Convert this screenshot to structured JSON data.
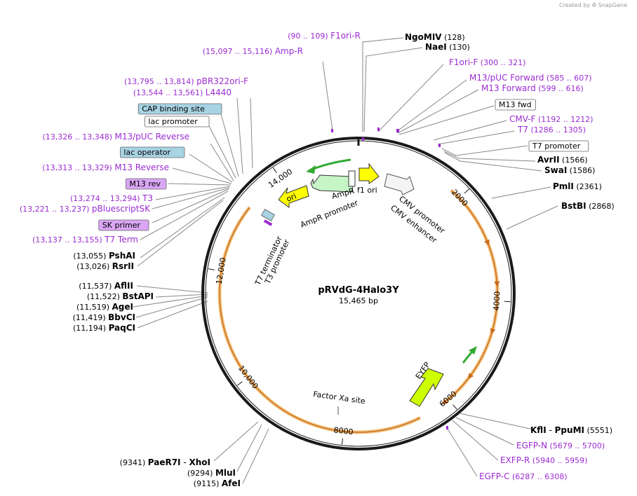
{
  "credit": {
    "prefix": "Created by",
    "brand": "SnapGene"
  },
  "plasmid": {
    "name": "pRVdG-4Halo3Y",
    "length_label": "15,465 bp",
    "length_bp": 15465
  },
  "colors": {
    "backbone": "#1a1a1a",
    "primer_text": "#9b2bd1",
    "enzyme_text": "#000000",
    "orf_arc": "#f3c27d",
    "orf_arrow": "#c86b1c",
    "ampR_fill": "#c6f5c6",
    "ori_fill": "#ffff00",
    "eyfp_fill": "#ccff00",
    "promoter_fill": "#f4f4f4",
    "blue_box": "#a7d3e3",
    "purple_box": "#dba6f5",
    "green_arrow": "#33aa33"
  },
  "ticks": [
    {
      "label": "2000",
      "bp": 2000
    },
    {
      "label": "4000",
      "bp": 4000
    },
    {
      "label": "6000",
      "bp": 6000
    },
    {
      "label": "8000",
      "bp": 8000
    },
    {
      "label": "10,000",
      "bp": 10000
    },
    {
      "label": "12,000",
      "bp": 12000
    },
    {
      "label": "14,000",
      "bp": 14000
    }
  ],
  "feature_labels": {
    "ampR": "AmpR",
    "ampR_promoter": "AmpR promoter",
    "f1_ori": "f1 ori",
    "ori": "ori",
    "cmv_promoter": "CMV promoter",
    "cmv_enhancer": "CMV enhancer",
    "t7_terminator": "T7 terminator",
    "t3_promoter": "T3 promoter",
    "eyfp": "EYFP",
    "factor_xa": "Factor Xa site"
  },
  "right_labels": [
    {
      "kind": "enzyme",
      "name": "NgoMIV",
      "pos": "(128)"
    },
    {
      "kind": "enzyme",
      "name": "NaeI",
      "pos": "(130)"
    },
    {
      "kind": "primer",
      "name": "F1ori-F",
      "pos": "(300 .. 321)"
    },
    {
      "kind": "primer",
      "name": "M13/pUC Forward",
      "pos": "(585 .. 607)"
    },
    {
      "kind": "primer",
      "name": "M13 Forward",
      "pos": "(599 .. 616)"
    },
    {
      "kind": "boxed",
      "name": "M13 fwd"
    },
    {
      "kind": "primer",
      "name": "CMV-F",
      "pos": "(1192 .. 1212)"
    },
    {
      "kind": "primer",
      "name": "T7",
      "pos": "(1286 .. 1305)"
    },
    {
      "kind": "boxed",
      "name": "T7 promoter"
    },
    {
      "kind": "enzyme",
      "name": "AvrII",
      "pos": "(1566)"
    },
    {
      "kind": "enzyme",
      "name": "SwaI",
      "pos": "(1586)"
    },
    {
      "kind": "enzyme",
      "name": "PmlI",
      "pos": "(2361)"
    },
    {
      "kind": "enzyme",
      "name": "BstBI",
      "pos": "(2868)"
    },
    {
      "kind": "enzyme",
      "name": "KflI",
      "sep": " - ",
      "name2": "PpuMI",
      "pos": "(5551)"
    },
    {
      "kind": "primer",
      "name": "EGFP-N",
      "pos": "(5679 .. 5700)"
    },
    {
      "kind": "primer",
      "name": "EXFP-R",
      "pos": "(5940 .. 5959)"
    },
    {
      "kind": "primer",
      "name": "EGFP-C",
      "pos": "(6287 .. 6308)"
    }
  ],
  "top_labels": [
    {
      "kind": "primer",
      "name": "F1ori-R",
      "pos": "(90 .. 109)"
    },
    {
      "kind": "primer",
      "name": "Amp-R",
      "pos": "(15,097 .. 15,116)"
    },
    {
      "kind": "primer",
      "name": "pBR322ori-F",
      "pos": "(13,795 .. 13,814)"
    },
    {
      "kind": "primer",
      "name": "L4440",
      "pos": "(13,544 .. 13,561)"
    }
  ],
  "left_labels": [
    {
      "kind": "boxed_blue",
      "name": "CAP binding site"
    },
    {
      "kind": "boxed",
      "name": "lac promoter"
    },
    {
      "kind": "primer",
      "name": "M13/pUC Reverse",
      "pos": "(13,326 .. 13,348)"
    },
    {
      "kind": "boxed_blue",
      "name": "lac operator"
    },
    {
      "kind": "primer",
      "name": "M13 Reverse",
      "pos": "(13,313 .. 13,329)"
    },
    {
      "kind": "boxed_purple",
      "name": "M13 rev"
    },
    {
      "kind": "primer",
      "name": "T3",
      "pos": "(13,274 .. 13,294)"
    },
    {
      "kind": "primer",
      "name": "pBluescriptSK",
      "pos": "(13,221 .. 13,237)"
    },
    {
      "kind": "boxed_purple",
      "name": "SK primer"
    },
    {
      "kind": "primer",
      "name": "T7 Term",
      "pos": "(13,137 .. 13,155)"
    },
    {
      "kind": "enzyme",
      "name": "PshAI",
      "pos": "(13,055)"
    },
    {
      "kind": "enzyme",
      "name": "RsrII",
      "pos": "(13,026)"
    },
    {
      "kind": "enzyme",
      "name": "AflII",
      "pos": "(11,537)"
    },
    {
      "kind": "enzyme",
      "name": "BstAPI",
      "pos": "(11,522)"
    },
    {
      "kind": "enzyme",
      "name": "AgeI",
      "pos": "(11,519)"
    },
    {
      "kind": "enzyme",
      "name": "BbvCI",
      "pos": "(11,419)"
    },
    {
      "kind": "enzyme",
      "name": "PaqCI",
      "pos": "(11,194)"
    }
  ],
  "bottom_labels": [
    {
      "kind": "enzyme",
      "name": "PaeR7I",
      "sep": " - ",
      "name2": "XhoI",
      "pos": "(9341)"
    },
    {
      "kind": "enzyme",
      "name": "MluI",
      "pos": "(9294)"
    },
    {
      "kind": "enzyme",
      "name": "AfeI",
      "pos": "(9115)"
    }
  ]
}
